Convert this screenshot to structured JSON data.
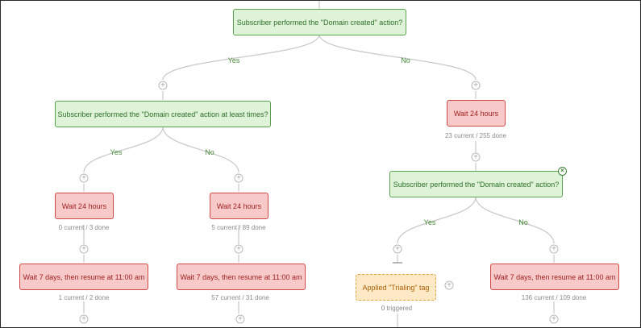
{
  "nodes": {
    "root_condition": {
      "label": "Subscriber performed the \"Domain created\" action?"
    },
    "left_condition": {
      "label": "Subscriber performed the \"Domain created\" action at least times?"
    },
    "right_wait": {
      "label": "Wait 24 hours",
      "stats": "23 current / 255 done"
    },
    "right_condition": {
      "label": "Subscriber performed the \"Domain created\" action?"
    },
    "ll_wait": {
      "label": "Wait 24 hours",
      "stats": "0 current / 3 done"
    },
    "lr_wait": {
      "label": "Wait 24 hours",
      "stats": "5 current / 89 done"
    },
    "ll_wait_resume": {
      "label": "Wait 7 days, then resume at 11:00 am",
      "stats": "1 current / 2 done"
    },
    "lr_wait_resume": {
      "label": "Wait 7 days, then resume at 11:00 am",
      "stats": "57 current / 31 done"
    },
    "rl_tag": {
      "label": "Applied \"Trialing\" tag",
      "stats": "0 triggered"
    },
    "rr_wait_resume": {
      "label": "Wait 7 days, then resume at 11:00 am",
      "stats": "136 current / 109 done"
    }
  },
  "edge_labels": {
    "root_yes": "Yes",
    "root_no": "No",
    "left_yes": "Yes",
    "left_no": "No",
    "right_yes": "Yes",
    "right_no": "No"
  },
  "icons": {
    "add": "plus-icon",
    "remove": "close-icon"
  },
  "colors": {
    "condition_fill": "#dff3d8",
    "condition_border": "#5aa14e",
    "wait_fill": "#f8c9c9",
    "wait_border": "#d14848",
    "tag_fill": "#fde9c5",
    "tag_border": "#e0a43c"
  }
}
